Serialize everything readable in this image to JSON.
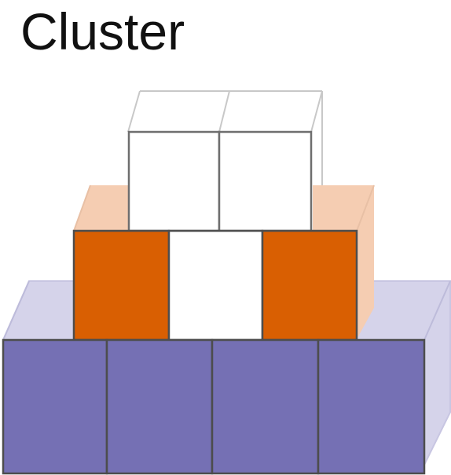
{
  "title": "Cluster",
  "colors": {
    "purple_front": "#7570B4",
    "purple_back": "#D5D3EA",
    "orange_front": "#D95F02",
    "orange_back": "#F5CDB2",
    "white": "#FFFFFF",
    "edge": "#4D4D4D",
    "ghost_edge": "#BFBFBF"
  },
  "rows": [
    {
      "name": "bottom",
      "cubes": [
        "purple",
        "purple",
        "purple",
        "purple"
      ]
    },
    {
      "name": "middle",
      "cubes": [
        "orange",
        "white",
        "orange"
      ]
    },
    {
      "name": "top",
      "cubes": [
        "white",
        "white"
      ]
    }
  ]
}
